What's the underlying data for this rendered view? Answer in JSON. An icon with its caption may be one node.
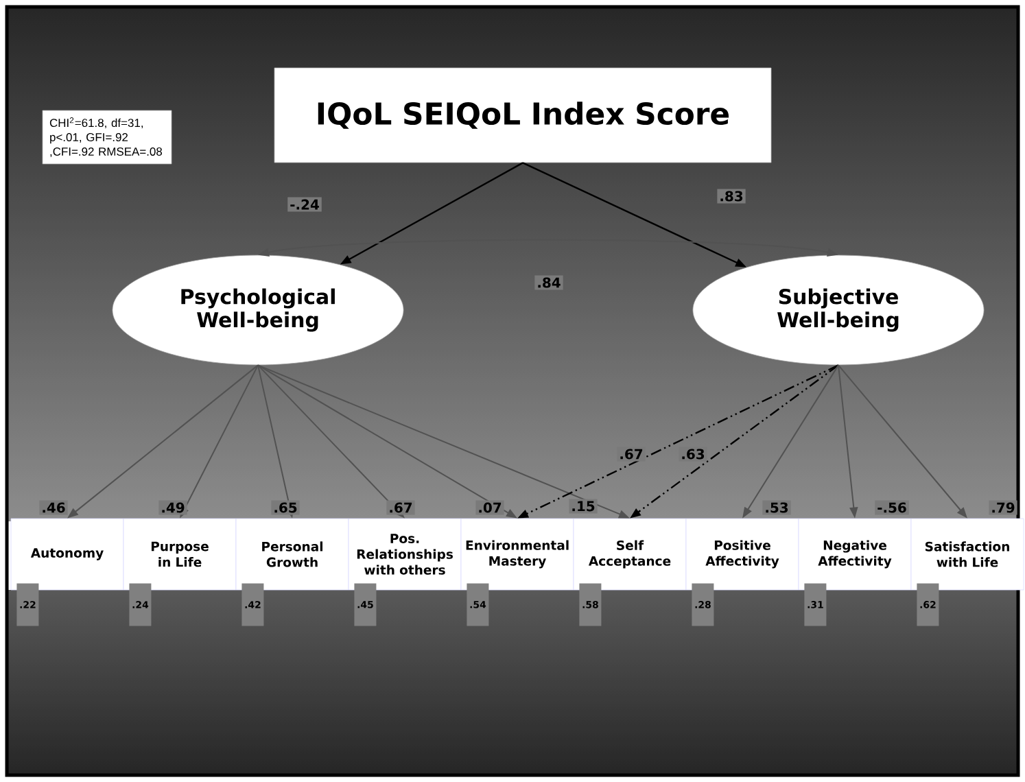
{
  "diagram": {
    "nodes": [
      {
        "text": [
          "CHI$^{2}$=61.8, df=31, p<.01, GFI=.92 ,CFI=.92 RMSEA=.08"
        ]
      },
      {
        "text": [
          "IQoL SEIQoL Index Score"
        ]
      },
      {
        "text": [
          "Psychological Well-being"
        ]
      },
      {
        "text": [
          "Subjective Well-being"
        ]
      },
      {
        "text": [
          "Autonomy"
        ],
        "beside": [
          ".22"
        ]
      },
      {
        "text": [
          "Purpose in Life"
        ],
        "beside": [
          ".24"
        ]
      },
      {
        "text": [
          "Personal Growth"
        ],
        "beside": [
          ".42"
        ]
      },
      {
        "text": [
          "Pos. Relationships with others"
        ],
        "beside": [
          ".45"
        ]
      },
      {
        "text": [
          "Environmental Mastery"
        ],
        "beside": [
          ".54"
        ]
      },
      {
        "text": [
          "Self Acceptance"
        ],
        "beside": [
          ".58"
        ]
      },
      {
        "text": [
          "Positive Affectivity"
        ],
        "beside": [
          ".28"
        ]
      },
      {
        "text": [
          "Negative Affectivity"
        ],
        "beside": [
          ".31"
        ]
      },
      {
        "text": [
          "Satisfaction with Life"
        ],
        "beside": [
          ".62"
        ]
      }
    ],
    "edges": [
      {
        "from": 1,
        "to": 2,
        "arrow": "to",
        "label": "-.24",
        "color": "#000000"
      },
      {
        "from": 1,
        "to": 3,
        "arrow": "to",
        "label": ".83",
        "color": "#000000"
      },
      {
        "from": 2,
        "to": 3,
        "arrow": "both",
        "label": ".84"
      },
      {
        "from": 2,
        "to": 4,
        "arrow": "to",
        "label": ".46"
      },
      {
        "from": 2,
        "to": 5,
        "arrow": "to",
        "label": ".49"
      },
      {
        "from": 2,
        "to": 6,
        "arrow": "to",
        "label": ".65"
      },
      {
        "from": 2,
        "to": 7,
        "arrow": "to",
        "label": ".67"
      },
      {
        "from": 2,
        "to": 8,
        "arrow": "to",
        "label": ".07"
      },
      {
        "from": 2,
        "to": 9,
        "arrow": "to",
        "label": ".15"
      },
      {
        "from": 3,
        "to": 8,
        "arrow": "to",
        "label": ".67",
        "style": "dashed",
        "color": "#000000"
      },
      {
        "from": 3,
        "to": 9,
        "arrow": "to",
        "label": ".63",
        "style": "dashed",
        "color": "#000000"
      },
      {
        "from": 3,
        "to": 10,
        "arrow": "to",
        "label": ".53"
      },
      {
        "from": 3,
        "to": 11,
        "arrow": "to",
        "label": "-.56"
      },
      {
        "from": 3,
        "to": 12,
        "arrow": "to",
        "label": ".79"
      }
    ]
  }
}
